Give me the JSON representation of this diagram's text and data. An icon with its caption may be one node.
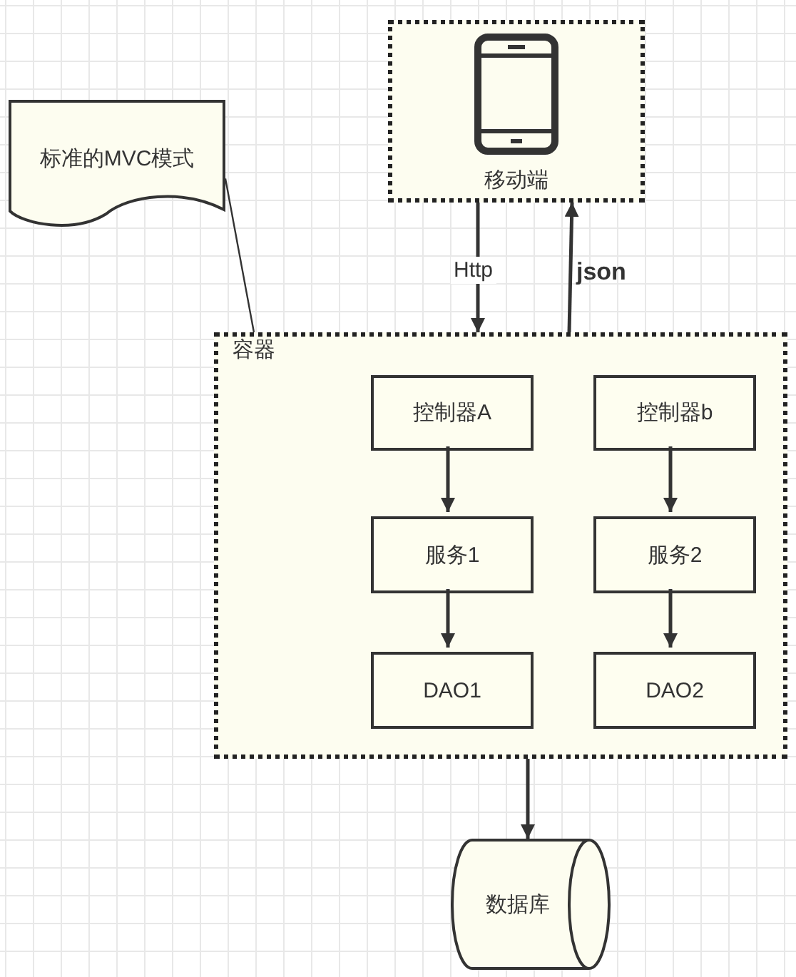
{
  "diagram": {
    "nodes": [
      {
        "text": [
          "标准的MVC模式"
        ]
      },
      {
        "text": [
          "移动端"
        ]
      },
      {
        "text": [
          "容器"
        ]
      },
      {
        "text": [
          "控制器A"
        ],
        "in": 2
      },
      {
        "text": [
          "控制器b"
        ],
        "in": 2
      },
      {
        "text": [
          "服务1"
        ],
        "in": 2
      },
      {
        "text": [
          "服务2"
        ],
        "in": 2
      },
      {
        "text": [
          "DAO1"
        ],
        "in": 2
      },
      {
        "text": [
          "DAO2"
        ],
        "in": 2
      },
      {
        "text": [
          "数据库"
        ]
      }
    ],
    "edges": [
      {
        "from": 0,
        "to": 2,
        "arrow": "none"
      },
      {
        "from": 1,
        "to": 2,
        "arrow": "to",
        "label": "Http"
      },
      {
        "from": 2,
        "to": 1,
        "arrow": "to",
        "label": "json"
      },
      {
        "from": 3,
        "to": 5,
        "arrow": "to"
      },
      {
        "from": 5,
        "to": 7,
        "arrow": "to"
      },
      {
        "from": 4,
        "to": 6,
        "arrow": "to"
      },
      {
        "from": 6,
        "to": 8,
        "arrow": "to"
      },
      {
        "from": 2,
        "to": 9,
        "arrow": "to"
      }
    ]
  }
}
